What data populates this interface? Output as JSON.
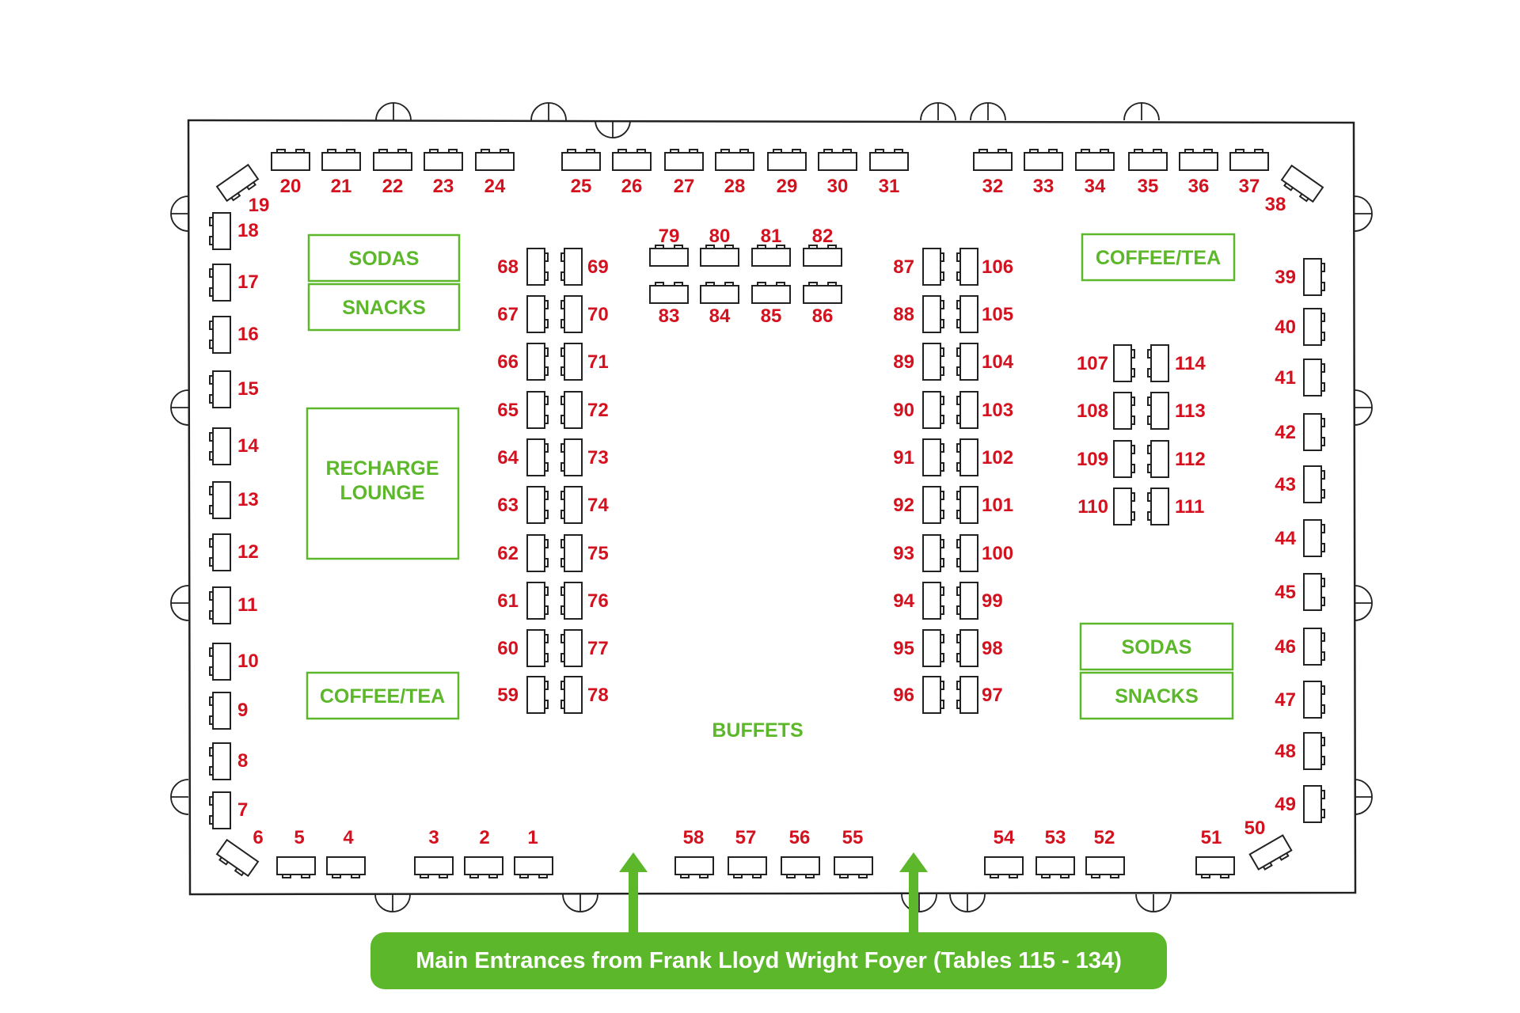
{
  "colors": {
    "table_number": "#d4121f",
    "zone": "#5cb82a",
    "outline": "#222222",
    "banner_text": "#ffffff"
  },
  "zones": {
    "sodas_left": "SODAS",
    "snacks_left": "SNACKS",
    "recharge_line1": "RECHARGE",
    "recharge_line2": "LOUNGE",
    "coffee_left": "COFFEE/TEA",
    "coffee_right": "COFFEE/TEA",
    "sodas_right": "SODAS",
    "snacks_right": "SNACKS",
    "buffets": "BUFFETS"
  },
  "entrance_banner": "Main Entrances from Frank Lloyd Wright Foyer (Tables 115 - 134)",
  "tables": {
    "top_row": [
      "20",
      "21",
      "22",
      "23",
      "24",
      "25",
      "26",
      "27",
      "28",
      "29",
      "30",
      "31",
      "32",
      "33",
      "34",
      "35",
      "36",
      "37"
    ],
    "left_column": [
      "18",
      "17",
      "16",
      "15",
      "14",
      "13",
      "12",
      "11",
      "10",
      "9",
      "8",
      "7"
    ],
    "right_column": [
      "39",
      "40",
      "41",
      "42",
      "43",
      "44",
      "45",
      "46",
      "47",
      "48",
      "49"
    ],
    "bottom_row": [
      "5",
      "4",
      "3",
      "2",
      "1",
      "58",
      "57",
      "56",
      "55",
      "54",
      "53",
      "52",
      "51"
    ],
    "corners": [
      "19",
      "38",
      "6",
      "50"
    ],
    "center_left_a": [
      "68",
      "67",
      "66",
      "65",
      "64",
      "63",
      "62",
      "61",
      "60",
      "59"
    ],
    "center_left_b": [
      "69",
      "70",
      "71",
      "72",
      "73",
      "74",
      "75",
      "76",
      "77",
      "78"
    ],
    "center_top_a": [
      "79",
      "80",
      "81",
      "82"
    ],
    "center_top_b": [
      "83",
      "84",
      "85",
      "86"
    ],
    "center_right_a": [
      "87",
      "88",
      "89",
      "90",
      "91",
      "92",
      "93",
      "94",
      "95",
      "96"
    ],
    "center_right_b": [
      "106",
      "105",
      "104",
      "103",
      "102",
      "101",
      "100",
      "99",
      "98",
      "97"
    ],
    "east_a": [
      "107",
      "108",
      "109",
      "110"
    ],
    "east_b": [
      "114",
      "113",
      "112",
      "111"
    ]
  }
}
